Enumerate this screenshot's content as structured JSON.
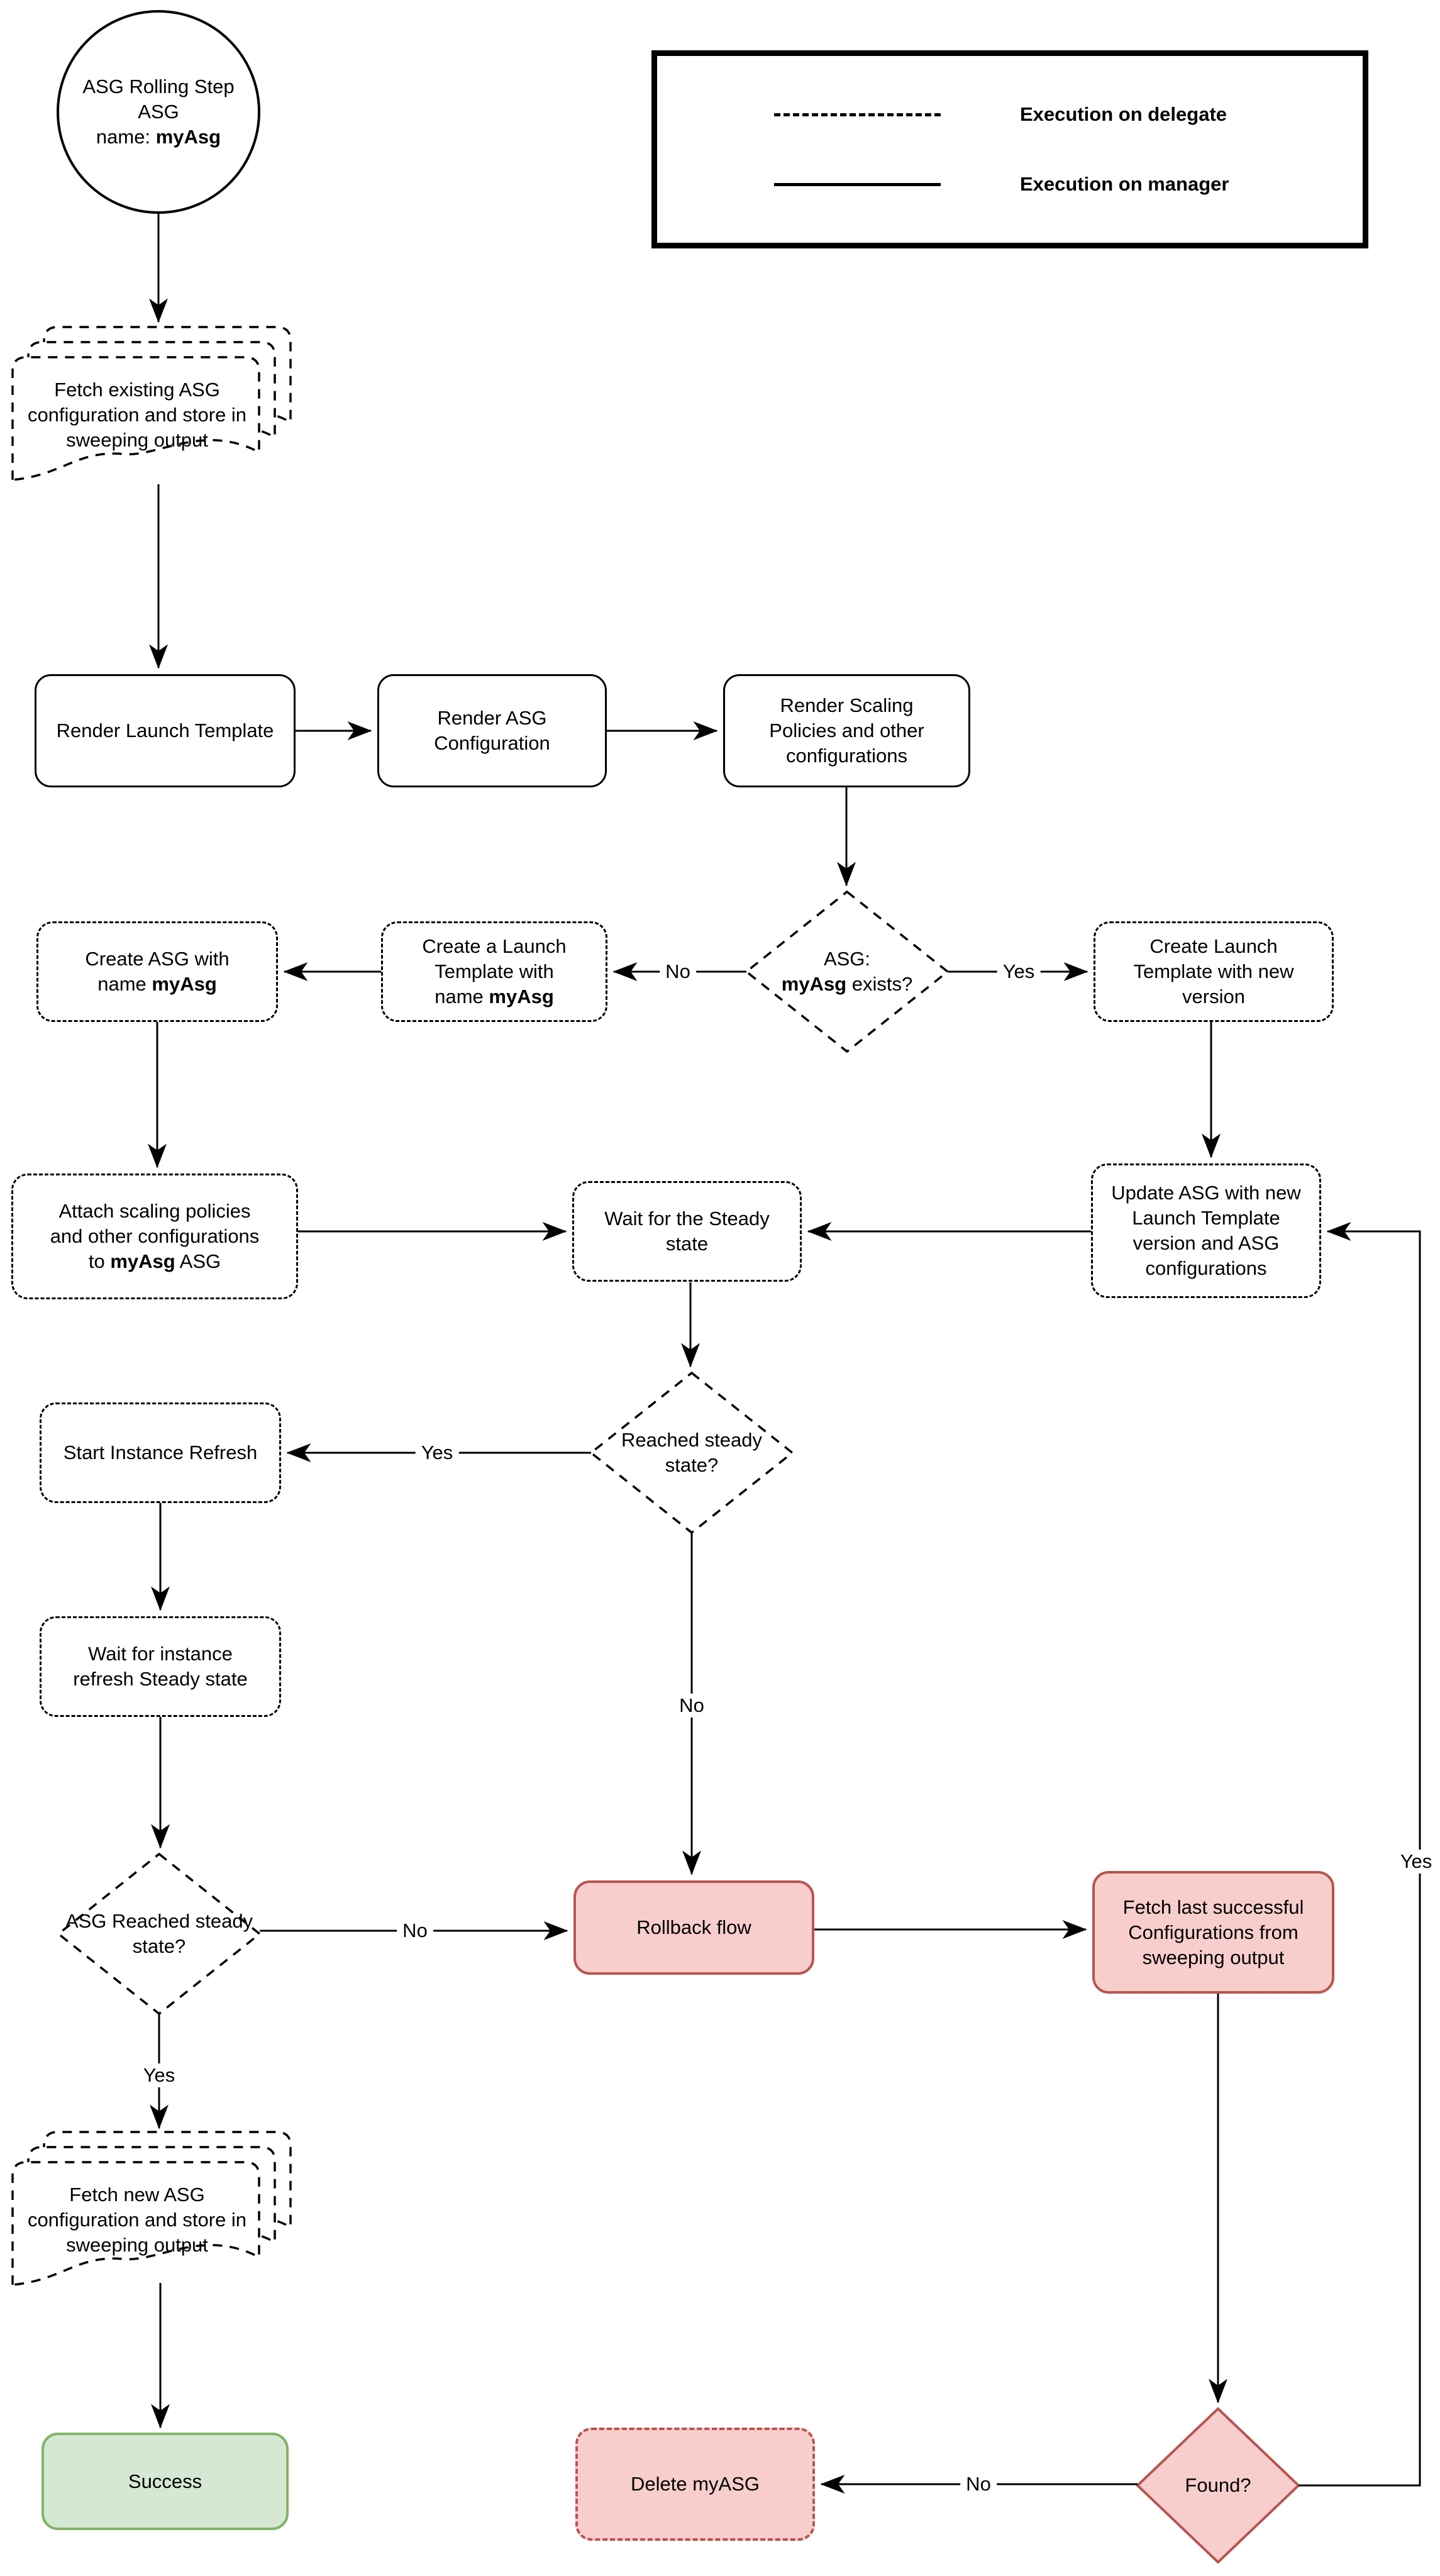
{
  "legend": {
    "items": [
      {
        "style": "dashed",
        "label": "Execution on delegate"
      },
      {
        "style": "solid",
        "label": "Execution on manager"
      }
    ]
  },
  "edge_labels": {
    "yes": "Yes",
    "no": "No"
  },
  "colors": {
    "line": "#000000",
    "red_fill": "#f8cecc",
    "red_stroke": "#b85450",
    "green_fill": "#d5e8d4",
    "green_stroke": "#82b366"
  },
  "nodes": {
    "start": {
      "line1": "ASG Rolling Step",
      "line2": "ASG",
      "name_prefix": "name: ",
      "name": "myAsg"
    },
    "fetch_existing": {
      "label": "Fetch existing ASG configuration and store in sweeping output"
    },
    "render_lt": {
      "label": "Render Launch Template"
    },
    "render_asg": {
      "label": "Render ASG Configuration"
    },
    "render_scaling": {
      "label": "Render Scaling Policies and other configurations"
    },
    "asg_exists": {
      "line1": "ASG:",
      "bold": "myAsg",
      "suffix": " exists?"
    },
    "create_asg": {
      "line1": "Create ASG with",
      "prefix": "name ",
      "bold": "myAsg"
    },
    "create_lt_named": {
      "line1": "Create a Launch",
      "line2": "Template with",
      "prefix": "name ",
      "bold": "myAsg"
    },
    "create_lt_new": {
      "label": "Create Launch Template with new version"
    },
    "attach": {
      "line1": "Attach scaling policies",
      "line2": "and other configurations",
      "prefix": "to ",
      "bold": "myAsg",
      "suffix": " ASG"
    },
    "wait_steady": {
      "label": "Wait for the Steady state"
    },
    "update_asg": {
      "label": "Update ASG with new Launch Template version and ASG configurations"
    },
    "reached_steady": {
      "label": "Reached steady state?"
    },
    "start_refresh": {
      "label": "Start Instance Refresh"
    },
    "wait_refresh": {
      "label": "Wait for instance refresh Steady state"
    },
    "asg_reached": {
      "label": "ASG Reached steady state?"
    },
    "rollback": {
      "label": "Rollback flow"
    },
    "fetch_last": {
      "label": "Fetch last successful Configurations from sweeping output"
    },
    "fetch_new": {
      "label": "Fetch new ASG configuration and store in sweeping output"
    },
    "success": {
      "label": "Success"
    },
    "delete_asg": {
      "label": "Delete myASG"
    },
    "found": {
      "label": "Found?"
    }
  }
}
